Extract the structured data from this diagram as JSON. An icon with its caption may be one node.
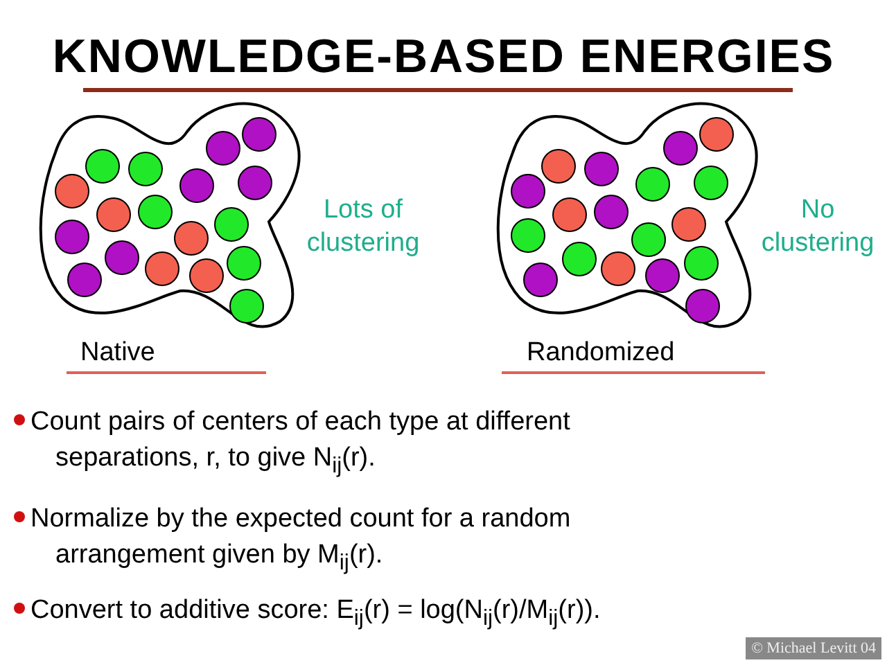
{
  "diagram": {
    "title": "KNOWLEDGE-BASED ENERGIES",
    "labels": [
      "Lots of clustering",
      "No clustering",
      "Native",
      "Randomized",
      "Count pairs of centers of each type at different separations, r, to give N$_{ij}$(r).",
      "Normalize by the expected count for a random arrangement given by M$_{ij}$(r).",
      "Convert to additive score: E$_{ij}$(r) = log(N$_{ij}$(r)/M$_{ij}$(r)).",
      "© Michael Levitt 04"
    ]
  }
}
